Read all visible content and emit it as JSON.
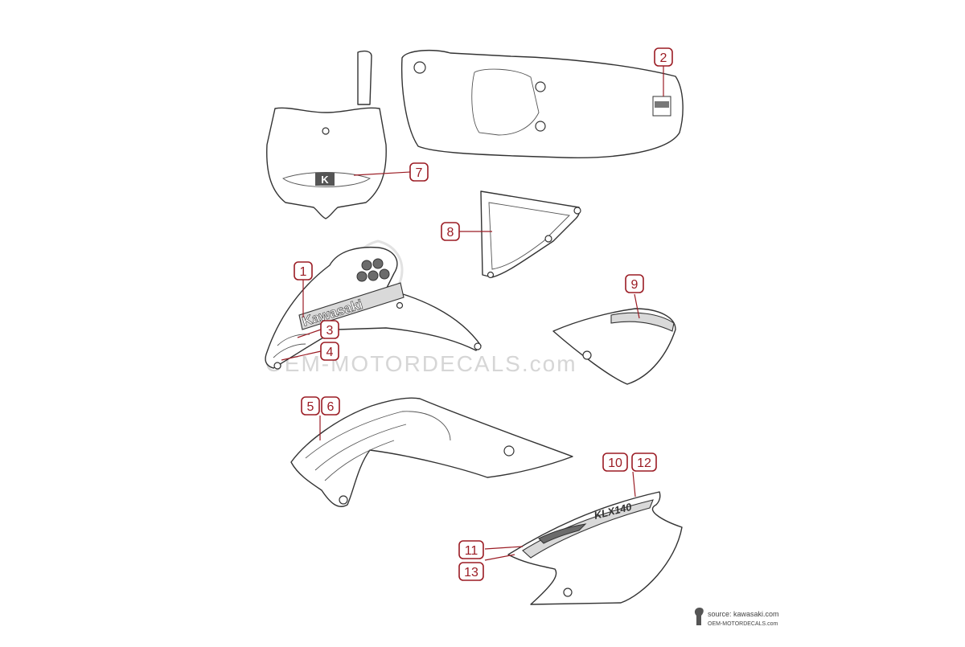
{
  "callouts": [
    {
      "id": "c1",
      "label": "1"
    },
    {
      "id": "c2",
      "label": "2"
    },
    {
      "id": "c3",
      "label": "3"
    },
    {
      "id": "c4",
      "label": "4"
    },
    {
      "id": "c5",
      "label": "5"
    },
    {
      "id": "c6",
      "label": "6"
    },
    {
      "id": "c7",
      "label": "7"
    },
    {
      "id": "c8",
      "label": "8"
    },
    {
      "id": "c9",
      "label": "9"
    },
    {
      "id": "c10",
      "label": "10"
    },
    {
      "id": "c11",
      "label": "11"
    },
    {
      "id": "c12",
      "label": "12"
    },
    {
      "id": "c13",
      "label": "13"
    }
  ],
  "decal_text": {
    "brand": "Kawasaki",
    "model": "KLX140"
  },
  "watermark": {
    "text": "OEM-MOTORDECALS.com"
  },
  "credit": {
    "source": "source: kawasaki.com",
    "site": "OEM-MOTORDECALS.com"
  },
  "colors": {
    "callout": "#9b1c24",
    "line": "#333333",
    "watermark": "#d6d6d6"
  }
}
